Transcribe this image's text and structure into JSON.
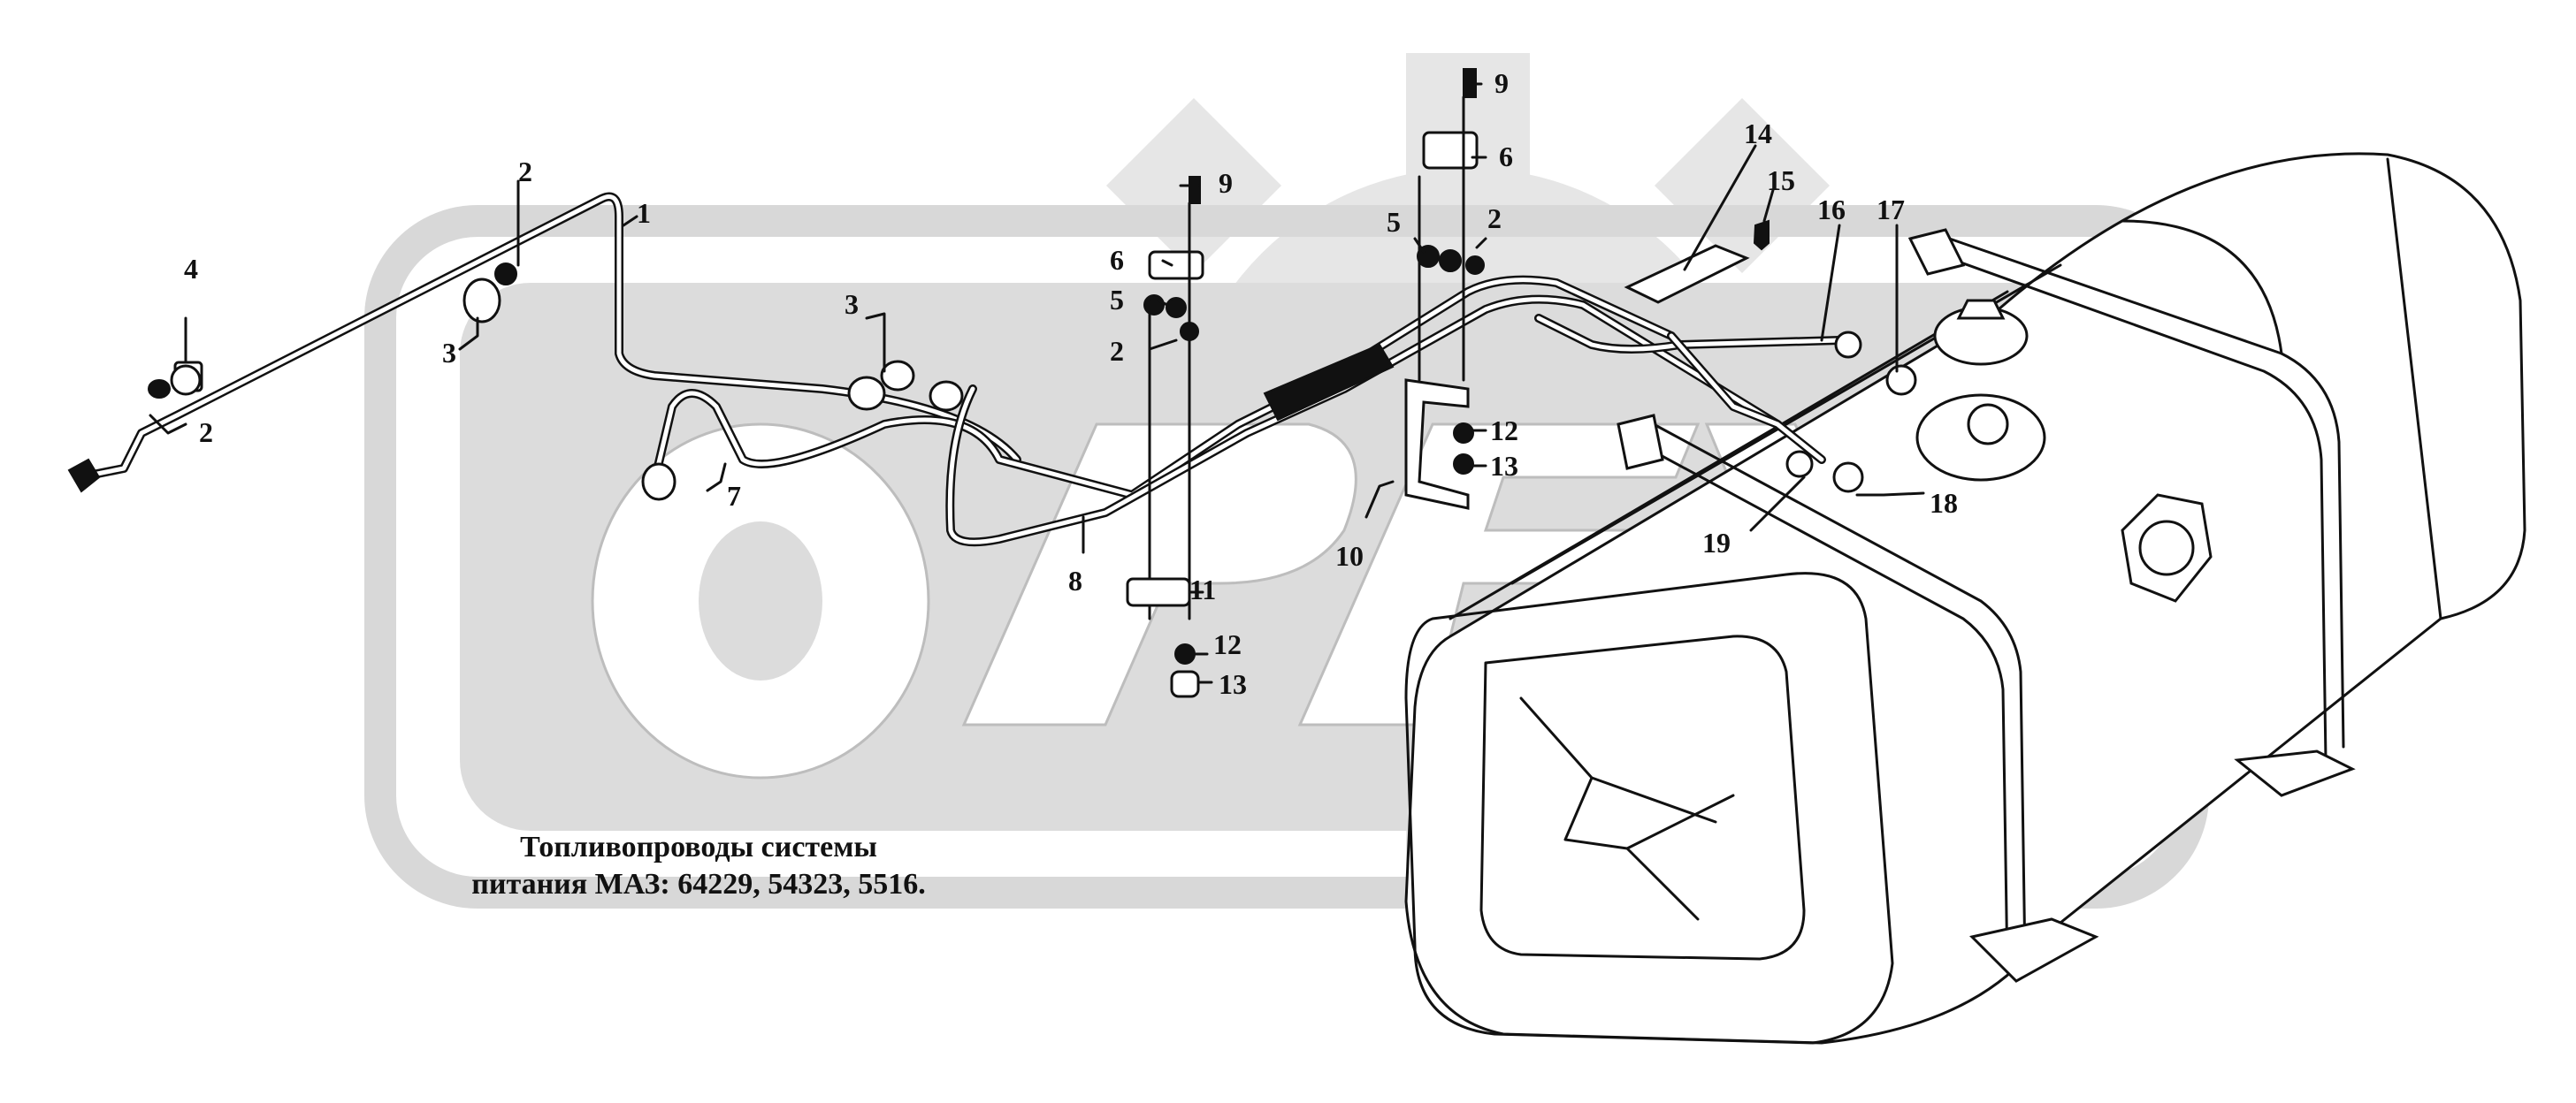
{
  "caption": {
    "line1": "Топливопроводы системы",
    "line2": "питания МАЗ: 64229, 54323, 5516."
  },
  "watermark": {
    "text": "OPEX",
    "color": "#dedede",
    "gear_color": "#e6e6e6"
  },
  "callouts": [
    {
      "id": "c1",
      "text": "1"
    },
    {
      "id": "c2a",
      "text": "2"
    },
    {
      "id": "c2b",
      "text": "2"
    },
    {
      "id": "c2c",
      "text": "2"
    },
    {
      "id": "c2d",
      "text": "2"
    },
    {
      "id": "c3a",
      "text": "3"
    },
    {
      "id": "c3b",
      "text": "3"
    },
    {
      "id": "c4",
      "text": "4"
    },
    {
      "id": "c5a",
      "text": "5"
    },
    {
      "id": "c5b",
      "text": "5"
    },
    {
      "id": "c6a",
      "text": "6"
    },
    {
      "id": "c6b",
      "text": "6"
    },
    {
      "id": "c7",
      "text": "7"
    },
    {
      "id": "c8",
      "text": "8"
    },
    {
      "id": "c9a",
      "text": "9"
    },
    {
      "id": "c9b",
      "text": "9"
    },
    {
      "id": "c10",
      "text": "10"
    },
    {
      "id": "c11",
      "text": "11"
    },
    {
      "id": "c12a",
      "text": "12"
    },
    {
      "id": "c12b",
      "text": "12"
    },
    {
      "id": "c13a",
      "text": "13"
    },
    {
      "id": "c13b",
      "text": "13"
    },
    {
      "id": "c14",
      "text": "14"
    },
    {
      "id": "c15",
      "text": "15"
    },
    {
      "id": "c16",
      "text": "16"
    },
    {
      "id": "c17",
      "text": "17"
    },
    {
      "id": "c18",
      "text": "18"
    },
    {
      "id": "c19",
      "text": "19"
    }
  ]
}
